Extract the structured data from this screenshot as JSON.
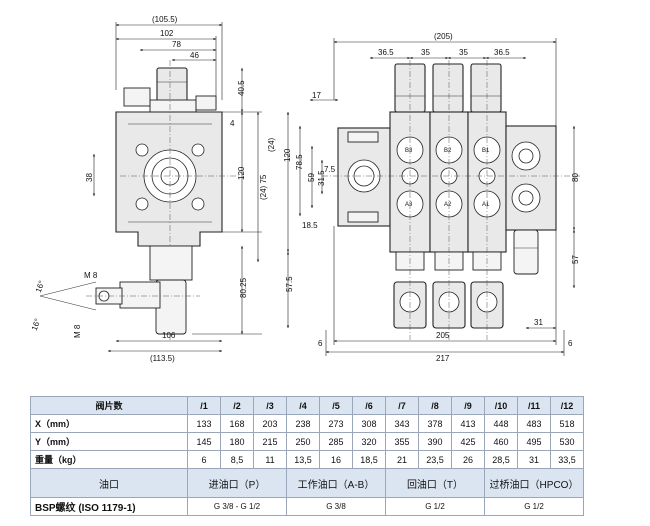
{
  "drawing": {
    "side_view": {
      "dims_top": [
        "(105.5)",
        "102",
        "78",
        "46"
      ],
      "dims_right": [
        "40.5",
        "4",
        "120",
        "(24) 75",
        "80.25"
      ],
      "dims_left": [
        "38"
      ],
      "dims_bottom": [
        "106",
        "(113.5)"
      ],
      "thread_labels": [
        "M 8",
        "M 8"
      ],
      "angle_labels": [
        "16°",
        "16°"
      ]
    },
    "front_view": {
      "dims_top": [
        "(205)",
        "36.5",
        "35",
        "35",
        "36.5"
      ],
      "dims_left": [
        "17",
        "120",
        "78.5",
        "59",
        "31.5",
        "7.5",
        "(24)",
        "57.5",
        "18.5"
      ],
      "dims_right": [
        "80",
        "57",
        "31"
      ],
      "dims_bottom": [
        "6",
        "205",
        "6",
        "217"
      ],
      "port_labels": [
        "B3",
        "A3",
        "B2",
        "A2",
        "B1",
        "A1"
      ]
    }
  },
  "table": {
    "header_label": "阀片数",
    "columns": [
      "/1",
      "/2",
      "/3",
      "/4",
      "/5",
      "/6",
      "/7",
      "/8",
      "/9",
      "/10",
      "/11",
      "/12"
    ],
    "rows": [
      {
        "label": "X（mm）",
        "values": [
          "133",
          "168",
          "203",
          "238",
          "273",
          "308",
          "343",
          "378",
          "413",
          "448",
          "483",
          "518"
        ]
      },
      {
        "label": "Y（mm）",
        "values": [
          "145",
          "180",
          "215",
          "250",
          "285",
          "320",
          "355",
          "390",
          "425",
          "460",
          "495",
          "530"
        ]
      },
      {
        "label": "重量（kg）",
        "values": [
          "6",
          "8,5",
          "11",
          "13,5",
          "16",
          "18,5",
          "21",
          "23,5",
          "26",
          "28,5",
          "31",
          "33,5"
        ]
      }
    ],
    "port_row": {
      "label": "油口",
      "inlet": "进油口（P）",
      "work": "工作油口（A-B）",
      "return": "回油口（T）",
      "bridge": "过桥油口（HPCO）"
    },
    "bsp_row": {
      "label": "BSP螺纹 (ISO 1179-1)",
      "inlet": "G 3/8 - G 1/2",
      "work": "G 3/8",
      "return": "G 1/2",
      "bridge": "G 1/2"
    }
  }
}
